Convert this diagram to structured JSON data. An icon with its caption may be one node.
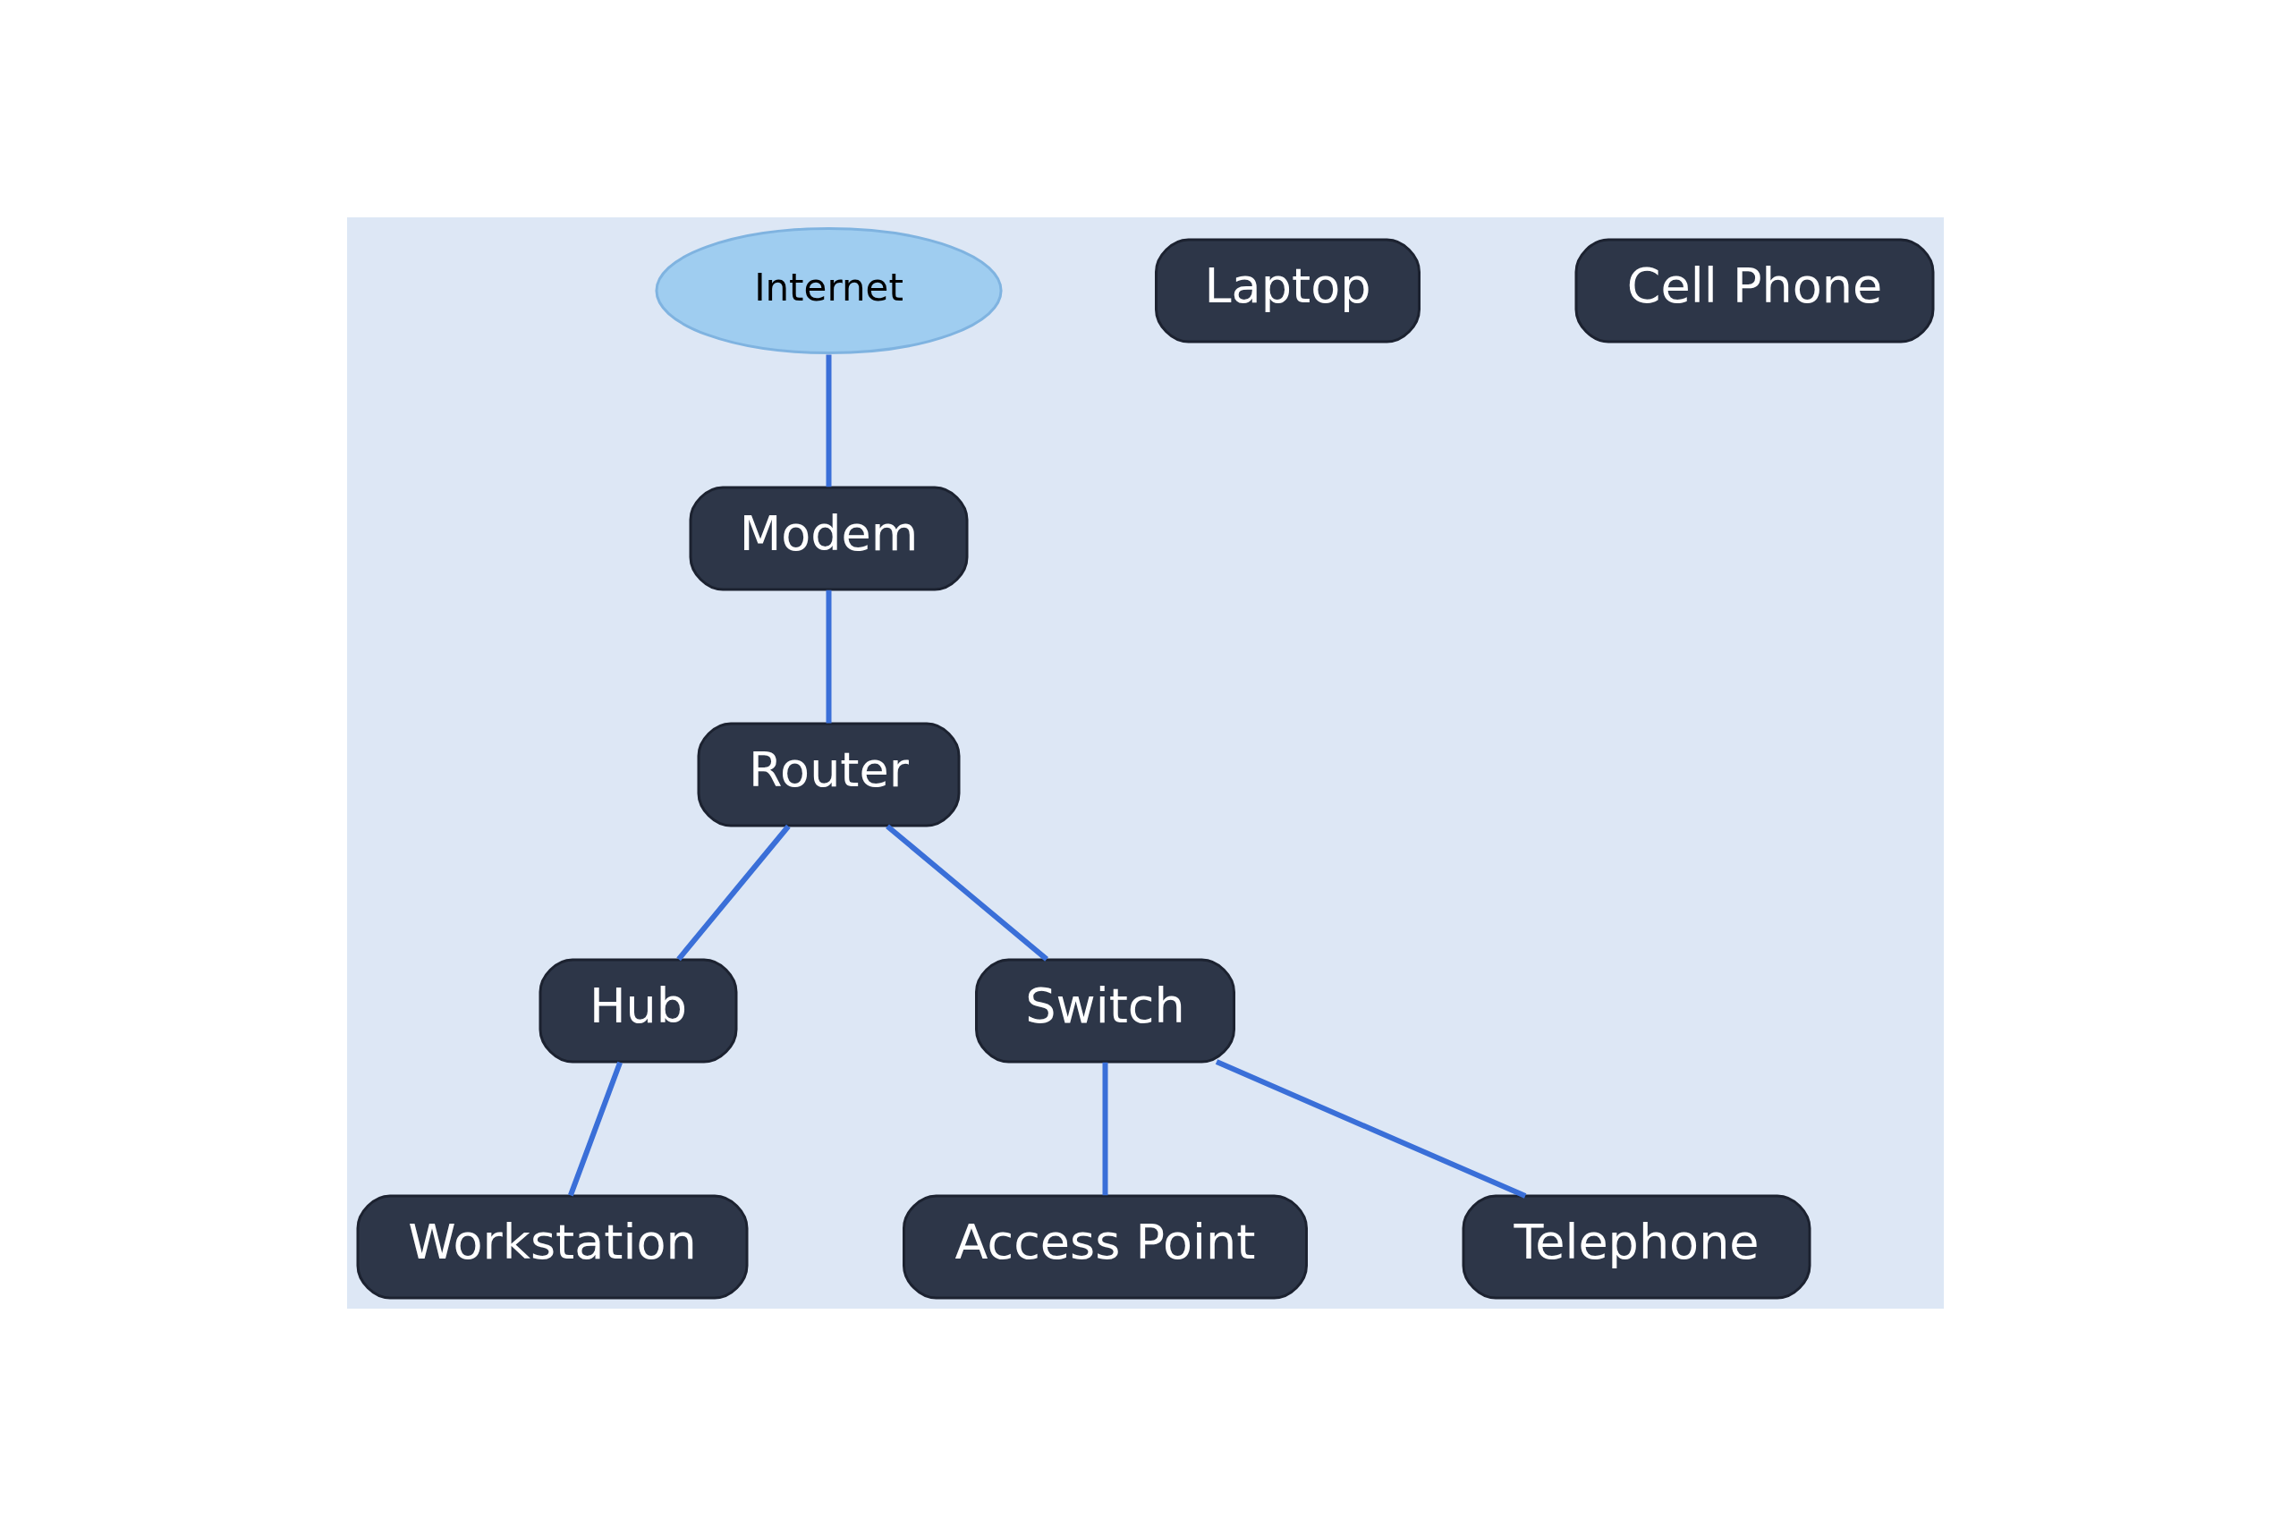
{
  "diagram": {
    "nodes": [
      {
        "text": [
          "Internet"
        ]
      },
      {
        "text": [
          "Modem"
        ]
      },
      {
        "text": [
          "Router"
        ]
      },
      {
        "text": [
          "Hub"
        ]
      },
      {
        "text": [
          "Switch"
        ]
      },
      {
        "text": [
          "Workstation"
        ]
      },
      {
        "text": [
          "Access Point"
        ]
      },
      {
        "text": [
          "Telephone"
        ]
      },
      {
        "text": [
          "Laptop"
        ]
      },
      {
        "text": [
          "Cell Phone"
        ]
      }
    ],
    "edges": [
      {
        "from": 0,
        "to": 1,
        "arrow": "none"
      },
      {
        "from": 1,
        "to": 2,
        "arrow": "none"
      },
      {
        "from": 2,
        "to": 3,
        "arrow": "none"
      },
      {
        "from": 2,
        "to": 4,
        "arrow": "none"
      },
      {
        "from": 3,
        "to": 5,
        "arrow": "none"
      },
      {
        "from": 4,
        "to": 6,
        "arrow": "none"
      },
      {
        "from": 4,
        "to": 7,
        "arrow": "none"
      }
    ]
  }
}
